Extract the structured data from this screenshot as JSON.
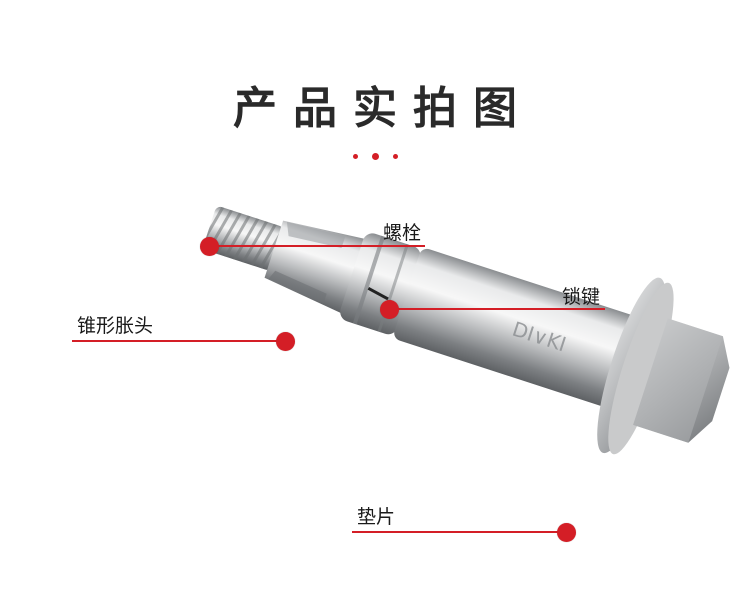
{
  "header": {
    "title": "产品实拍图",
    "decoration": "three-red-dots",
    "accent_color": "#d41e26"
  },
  "product": {
    "subject": "stainless steel sleeve expansion anchor bolt with hex head and washer",
    "stamp_text": "DI∨KI"
  },
  "callouts": [
    {
      "id": "bolt",
      "label": "螺栓"
    },
    {
      "id": "lock-key",
      "label": "锁键"
    },
    {
      "id": "cone-expansion-head",
      "label": "锥形胀头"
    },
    {
      "id": "washer",
      "label": "垫片"
    }
  ]
}
